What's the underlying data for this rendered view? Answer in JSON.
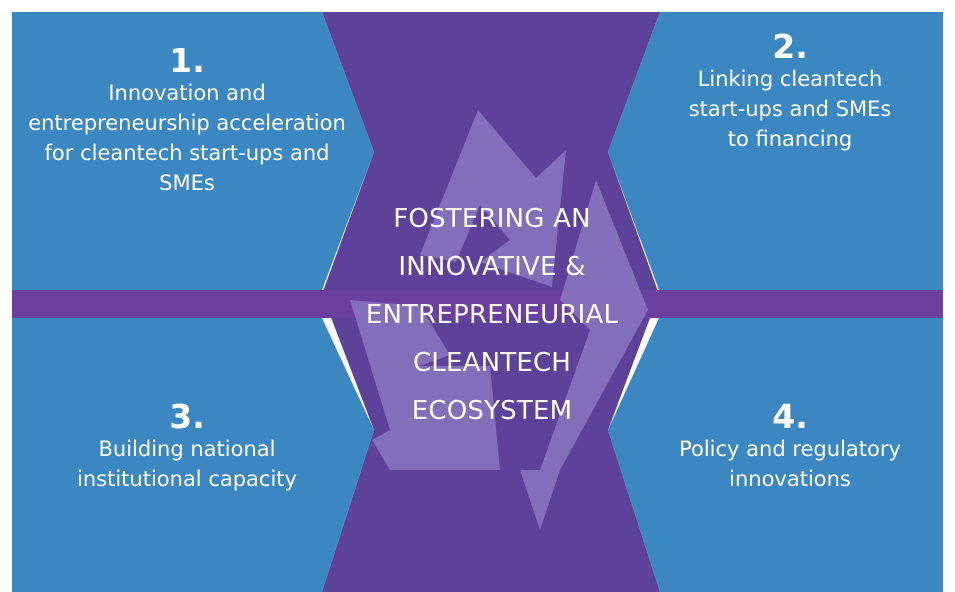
{
  "colors": {
    "quadrant_blue": "#3b87c2",
    "center_purple": "#5e4299",
    "band_purple": "#6a3fa0",
    "recycle_watermark": "#8f7fc4",
    "text": "#ffffff"
  },
  "center": {
    "title": "FOSTERING AN\nINNOVATIVE &\nENTREPRENEURIAL\nCLEANTECH\nECOSYSTEM",
    "background_icon": "recycle-icon"
  },
  "quadrants": [
    {
      "number": "1.",
      "label": "Innovation and entrepreneurship acceleration for cleantech start-ups and SMEs"
    },
    {
      "number": "2.",
      "label": "Linking cleantech start-ups and SMEs to financing"
    },
    {
      "number": "3.",
      "label": "Building national institutional capacity"
    },
    {
      "number": "4.",
      "label": "Policy and regulatory innovations"
    }
  ]
}
